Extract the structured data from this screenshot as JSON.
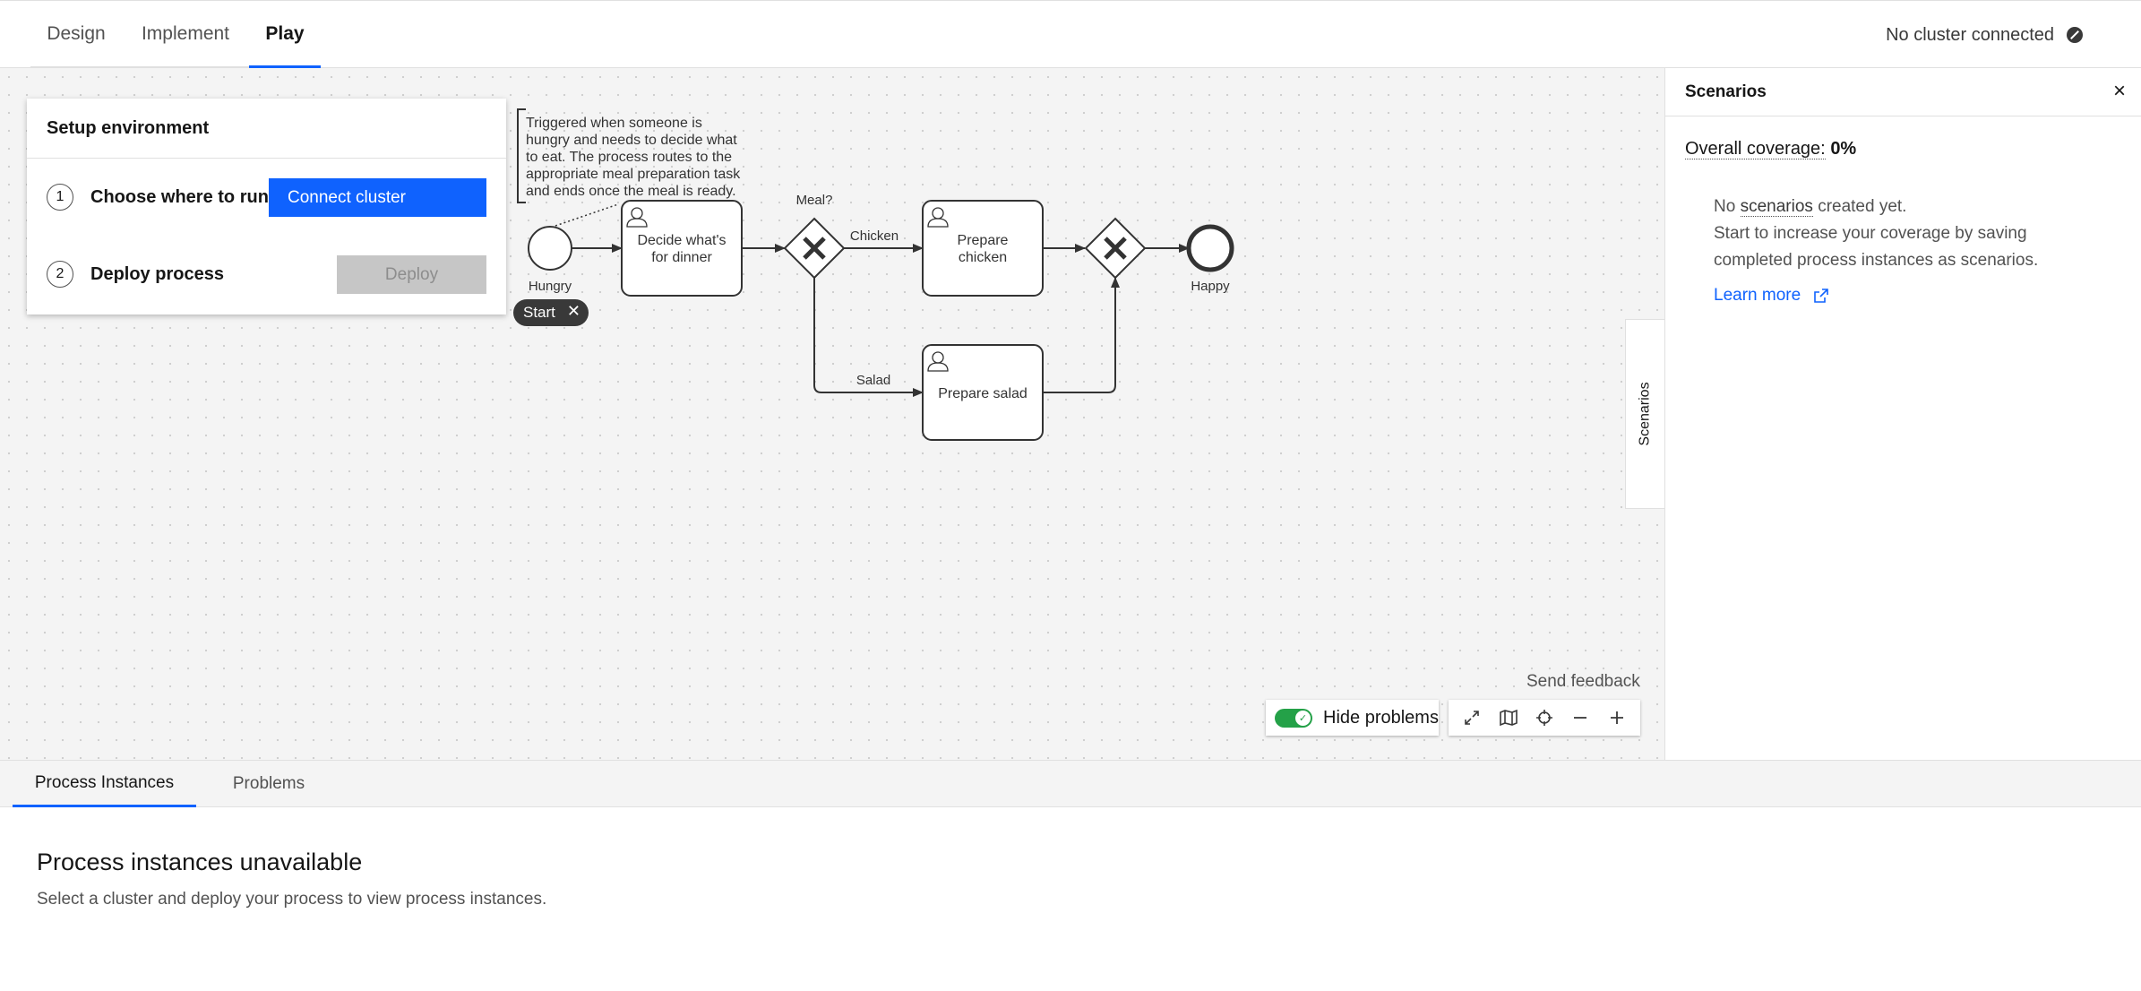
{
  "tabs": [
    {
      "label": "Design"
    },
    {
      "label": "Implement"
    },
    {
      "label": "Play"
    }
  ],
  "cluster_status": "No cluster connected",
  "setup": {
    "title": "Setup environment",
    "steps": [
      {
        "num": "1",
        "label": "Choose where to run",
        "button": "Connect cluster"
      },
      {
        "num": "2",
        "label": "Deploy process",
        "button": "Deploy"
      }
    ]
  },
  "diagram": {
    "annotation_lines": [
      "Triggered when someone is",
      "hungry and needs to decide what",
      "to eat. The process routes to the",
      "appropriate meal preparation task",
      "and ends once the meal is ready."
    ],
    "start_event": "Hungry",
    "end_event": "Happy",
    "task_decide": [
      "Decide what's",
      "for dinner"
    ],
    "task_chicken": [
      "Prepare",
      "chicken"
    ],
    "task_salad": "Prepare salad",
    "gateway_label": "Meal?",
    "flow_chicken": "Chicken",
    "flow_salad": "Salad",
    "start_badge": "Start"
  },
  "canvas": {
    "send_feedback": "Send feedback",
    "hide_problems": "Hide problems",
    "hide_problems_on": true
  },
  "scenarios": {
    "title": "Scenarios",
    "coverage_label": "Overall coverage:",
    "coverage_value": "0%",
    "empty_prefix": "No",
    "empty_link": "scenarios",
    "empty_suffix": "created yet.",
    "empty_desc": "Start to increase your coverage by saving completed process instances as scenarios.",
    "learn_more": "Learn more",
    "side_tab": "Scenarios"
  },
  "bottom": {
    "tabs": [
      {
        "label": "Process Instances"
      },
      {
        "label": "Problems"
      }
    ],
    "title": "Process instances unavailable",
    "desc": "Select a cluster and deploy your process to view process instances."
  },
  "colors": {
    "accent": "#0f62fe",
    "toggle_on": "#24a148",
    "canvas_bg": "#f4f4f4"
  }
}
